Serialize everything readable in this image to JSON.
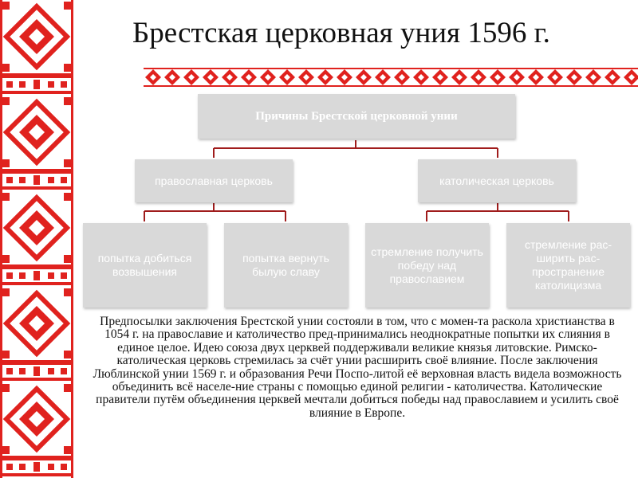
{
  "title": "Брестская церковная уния 1596 г.",
  "colors": {
    "ornament": "#e0221e",
    "box": "#d9d9d9",
    "connector": "#a01c1c",
    "box_text": "#ffffff"
  },
  "diagram": {
    "root": "Причины Брестской церковной унии",
    "branches": [
      {
        "label": "православная церковь",
        "children": [
          "попытка добиться возвышения",
          "попытка вернуть былую славу"
        ]
      },
      {
        "label": "католическая церковь",
        "children": [
          "стремление получить победу над православием",
          "стремление рас-ширить рас-пространение католицизма"
        ]
      }
    ]
  },
  "body_text": "Предпосылки заключения Брестской унии состояли в том, что с момен-та раскола христианства в 1054 г. на православие и католичество пред-принимались неоднократные попытки их слияния в единое целое. Идею союза двух церквей поддерживали великие князья литовские. Римско-католическая церковь стремилась за счёт унии расширить своё влияние. После заключения Люблинской унии 1569 г. и образования Речи Поспо-литой её верховная власть видела возможность объединить всё населе-ние страны с помощью единой религии - католичества. Католические правители путём объединения церквей мечтали добиться победы над православием и усилить своё влияние в Европе."
}
